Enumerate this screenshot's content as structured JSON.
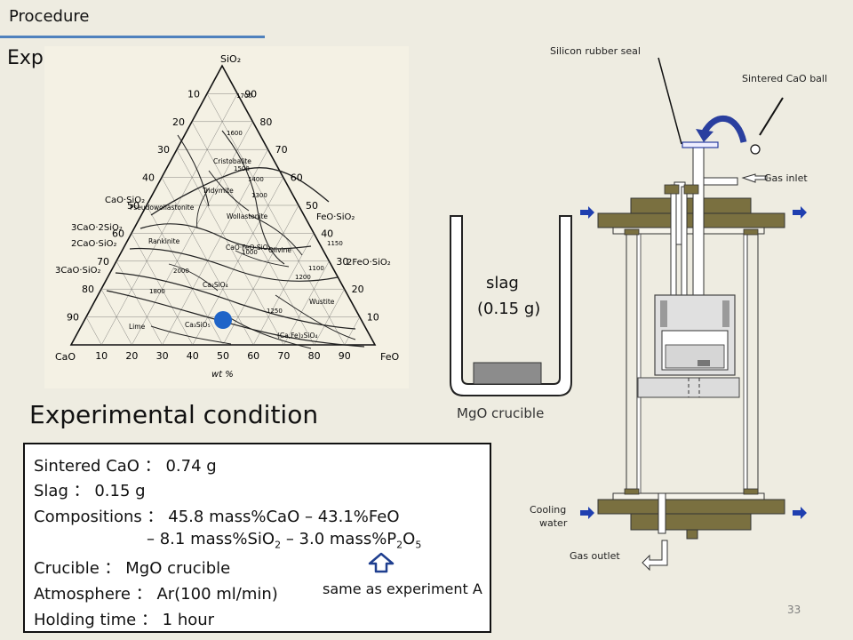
{
  "header": {
    "procedure": "Procedure",
    "experiments": "Experiments"
  },
  "phase_diagram": {
    "apex_top": "SiO₂",
    "apex_left": "CaO",
    "apex_right": "FeO",
    "axis_unit": "wt %",
    "left_ticks": [
      "10",
      "20",
      "30",
      "40",
      "50",
      "60",
      "70",
      "80",
      "90"
    ],
    "right_ticks": [
      "90",
      "80",
      "70",
      "60",
      "50",
      "40",
      "30",
      "20",
      "10"
    ],
    "bottom_ticks": [
      "10",
      "20",
      "30",
      "40",
      "50",
      "60",
      "70",
      "80",
      "90"
    ],
    "compound_labels": {
      "cao_sio2": "CaO·SiO₂",
      "c3s2": "3CaO·2SiO₂",
      "c2s": "2CaO·SiO₂",
      "c3s": "3CaO·SiO₂",
      "feo_sio2": "FeO·SiO₂",
      "f2s": "2FeO·SiO₂"
    },
    "region_labels": {
      "cristobalite": "Cristobalite",
      "tridymite": "Tridymite",
      "pseudowollastonite": "Pseudowollastonite",
      "wollastonite": "Wollastonite",
      "rankinite": "Rankinite",
      "olivine": "Olivine",
      "cao_feo_sio2": "CaO·FeO·SiO₂",
      "ca2sio4": "Ca₂SiO₄",
      "wustite": "Wustite",
      "lime": "Lime",
      "ca3sio5": "Ca₃SiO₅",
      "ca2sio4_ss": "(Ca,Fe)₂SiO₄"
    },
    "isotherms": [
      "1700",
      "1600",
      "1500",
      "1400",
      "1300",
      "1200",
      "1250",
      "1150",
      "1100",
      "1000",
      "2000",
      "1800"
    ],
    "marker_color": "#1f64c8"
  },
  "condition": {
    "heading": "Experimental condition",
    "sintered_cao_label": "Sintered CaO",
    "sintered_cao_value": "0.74 g",
    "slag_label": "Slag",
    "slag_value": "0.15 g",
    "comp_label": "Compositions",
    "comp_part1": "45.8 mass%CaO – 43.1%FeO",
    "comp_part2_a": "– 8.1 mass%SiO",
    "comp_part2_b": "2",
    "comp_part2_c": " – 3.0 mass%P",
    "comp_part2_d": "2",
    "comp_part2_e": "O",
    "comp_part2_f": "5",
    "crucible_label": "Crucible",
    "crucible_value": "MgO crucible",
    "atmosphere_label": "Atmosphere",
    "atmosphere_value": "Ar(100 ml/min)",
    "holding_label": "Holding time",
    "holding_value": "1 hour",
    "separator": "：",
    "same_note": "same as experiment  A"
  },
  "crucible": {
    "slag_label": "slag",
    "slag_mass": "(0.15 g)",
    "label": "MgO crucible"
  },
  "apparatus": {
    "silicon_seal": "Silicon rubber seal",
    "cao_ball": "Sintered CaO ball",
    "gas_inlet": "Gas inlet",
    "cooling_water_1": "Cooling",
    "cooling_water_2": "water",
    "gas_outlet": "Gas outlet",
    "flange_color": "#7a7040",
    "arrow_color": "#1f3fb0"
  },
  "page_number": "33"
}
